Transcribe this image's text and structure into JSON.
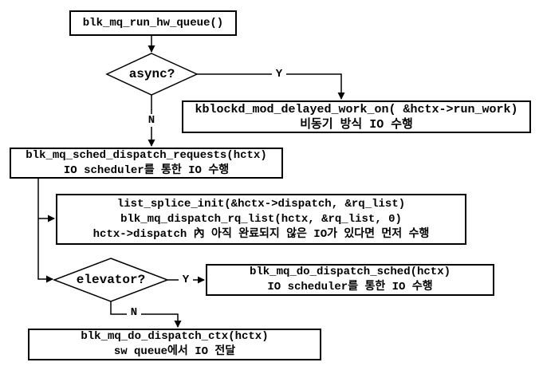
{
  "colors": {
    "background": "#ffffff",
    "line": "#000000",
    "node_border": "#000000",
    "node_fill": "#ffffff",
    "text": "#000000"
  },
  "nodes": {
    "run_hw_queue": {
      "lines": [
        "blk_mq_run_hw_queue()"
      ]
    },
    "async_decision": {
      "label": "async?"
    },
    "kblockd": {
      "lines": [
        "kblockd_mod_delayed_work_on( &hctx->run_work)",
        "비동기 방식 IO 수행"
      ]
    },
    "sched_dispatch_requests": {
      "lines": [
        "blk_mq_sched_dispatch_requests(hctx)",
        "IO scheduler를 통한 IO 수행"
      ]
    },
    "dispatch_rq_list": {
      "lines": [
        "list_splice_init(&hctx->dispatch, &rq_list)",
        "blk_mq_dispatch_rq_list(hctx, &rq_list, 0)",
        "hctx->dispatch 內 아직 완료되지 않은 IO가 있다면 먼저 수행"
      ]
    },
    "elevator_decision": {
      "label": "elevator?"
    },
    "do_dispatch_sched": {
      "lines": [
        "blk_mq_do_dispatch_sched(hctx)",
        "IO scheduler를 통한 IO 수행"
      ]
    },
    "do_dispatch_ctx": {
      "lines": [
        "blk_mq_do_dispatch_ctx(hctx)",
        "sw queue에서 IO 전달"
      ]
    }
  },
  "edge_labels": {
    "async_yes": "Y",
    "async_no": "N",
    "elevator_yes": "Y",
    "elevator_no": "N"
  }
}
